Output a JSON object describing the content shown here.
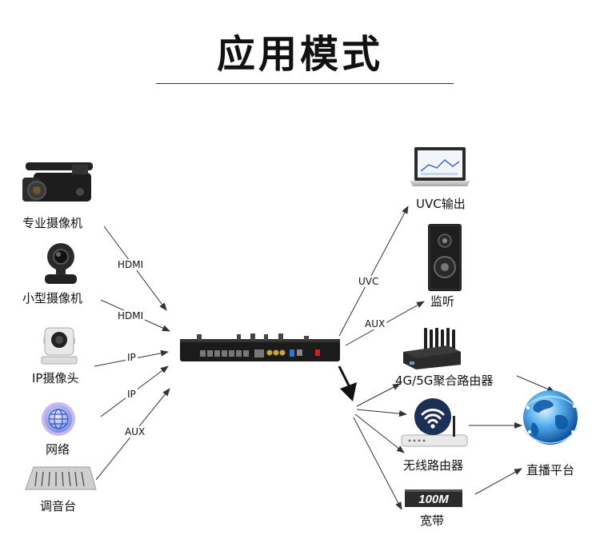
{
  "title": "应用模式",
  "sources": {
    "pro_camera": "专业摄像机",
    "small_camera": "小型摄像机",
    "ip_camera": "IP摄像头",
    "network": "网络",
    "mixer": "调音台"
  },
  "input_links": {
    "pro_camera": "HDMI",
    "small_camera": "HDMI",
    "ip_camera": "IP",
    "network": "IP",
    "mixer": "AUX"
  },
  "outputs": {
    "uvc": "UVC输出",
    "monitor": "监听",
    "router_4g5g": "4G/5G聚合路由器",
    "wireless_router": "无线路由器",
    "broadband": "宽带",
    "broadband_badge": "100M",
    "live_platform": "直播平台"
  },
  "output_links": {
    "uvc": "UVC",
    "monitor": "AUX"
  }
}
